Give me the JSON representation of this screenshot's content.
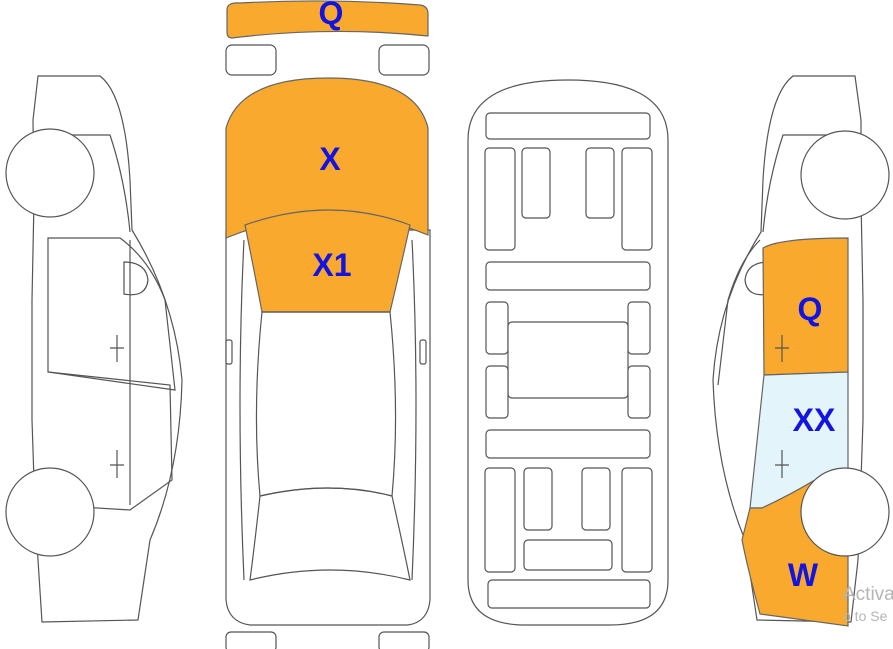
{
  "colors": {
    "damage_major": "#F8A92E",
    "damage_minor": "#E3F4FA",
    "label": "#1414E0",
    "outline": "#555555",
    "watermark": "#B5B5B5"
  },
  "labels": {
    "front_bumper": "Q",
    "hood": "X",
    "windshield": "X1",
    "right_front_door": "Q",
    "right_rear_door": "XX",
    "right_rear_quarter": "W"
  },
  "watermark": {
    "line1": "Activa",
    "line2": "o to Se"
  },
  "panels": {
    "front_bumper": "damage_major",
    "hood": "damage_major",
    "windshield": "damage_major",
    "right_front_door": "damage_major",
    "right_rear_door": "damage_minor",
    "right_rear_quarter": "damage_major"
  }
}
